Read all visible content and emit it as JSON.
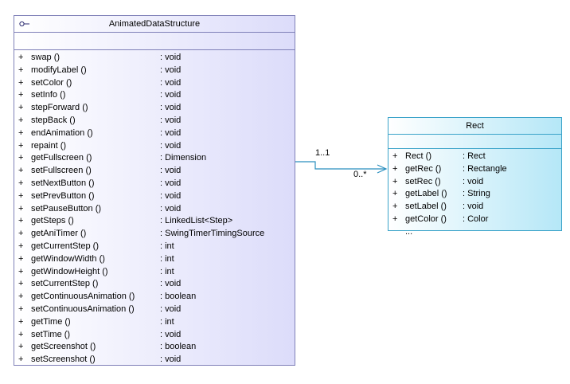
{
  "classes": {
    "animated": {
      "name": "AnimatedDataStructure",
      "icon": "interface-lollipop-icon",
      "operations": [
        {
          "vis": "+",
          "name": "swap ()",
          "type": ": void"
        },
        {
          "vis": "+",
          "name": "modifyLabel ()",
          "type": ": void"
        },
        {
          "vis": "+",
          "name": "setColor ()",
          "type": ": void"
        },
        {
          "vis": "+",
          "name": "setInfo ()",
          "type": ": void"
        },
        {
          "vis": "+",
          "name": "stepForward ()",
          "type": ": void"
        },
        {
          "vis": "+",
          "name": "stepBack ()",
          "type": ": void"
        },
        {
          "vis": "+",
          "name": "endAnimation ()",
          "type": ": void"
        },
        {
          "vis": "+",
          "name": "repaint ()",
          "type": ": void"
        },
        {
          "vis": "+",
          "name": "getFullscreen ()",
          "type": ": Dimension"
        },
        {
          "vis": "+",
          "name": "setFullscreen ()",
          "type": ": void"
        },
        {
          "vis": "+",
          "name": "setNextButton ()",
          "type": ": void"
        },
        {
          "vis": "+",
          "name": "setPrevButton ()",
          "type": ": void"
        },
        {
          "vis": "+",
          "name": "setPauseButton ()",
          "type": ": void"
        },
        {
          "vis": "+",
          "name": "getSteps ()",
          "type": ": LinkedList<Step>"
        },
        {
          "vis": "+",
          "name": "getAniTimer ()",
          "type": ": SwingTimerTimingSource"
        },
        {
          "vis": "+",
          "name": "getCurrentStep ()",
          "type": ": int"
        },
        {
          "vis": "+",
          "name": "getWindowWidth ()",
          "type": ": int"
        },
        {
          "vis": "+",
          "name": "getWindowHeight ()",
          "type": ": int"
        },
        {
          "vis": "+",
          "name": "setCurrentStep ()",
          "type": ": void"
        },
        {
          "vis": "+",
          "name": "getContinuousAnimation ()",
          "type": ": boolean"
        },
        {
          "vis": "+",
          "name": "setContinuousAnimation ()",
          "type": ": void"
        },
        {
          "vis": "+",
          "name": "getTime ()",
          "type": ": int"
        },
        {
          "vis": "+",
          "name": "setTime ()",
          "type": ": void"
        },
        {
          "vis": "+",
          "name": "getScreenshot ()",
          "type": ": boolean"
        },
        {
          "vis": "+",
          "name": "setScreenshot ()",
          "type": ": void"
        }
      ]
    },
    "rect": {
      "name": "Rect",
      "operations": [
        {
          "vis": "+",
          "name": "Rect ()",
          "type": ": Rect"
        },
        {
          "vis": "+",
          "name": "getRec ()",
          "type": ": Rectangle"
        },
        {
          "vis": "+",
          "name": "setRec ()",
          "type": ": void"
        },
        {
          "vis": "+",
          "name": "getLabel ()",
          "type": ": String"
        },
        {
          "vis": "+",
          "name": "setLabel ()",
          "type": ": void"
        },
        {
          "vis": "+",
          "name": "getColor ()",
          "type": ": Color"
        }
      ],
      "more": "..."
    }
  },
  "association": {
    "source_multiplicity": "1..1",
    "target_multiplicity": "0..*"
  },
  "colors": {
    "animated_border": "#7f80b8",
    "animated_fill": "#dcdcfa",
    "rect_border": "#3aa3c9",
    "rect_fill": "#b5e7f7",
    "connector": "#2a8fbf"
  }
}
